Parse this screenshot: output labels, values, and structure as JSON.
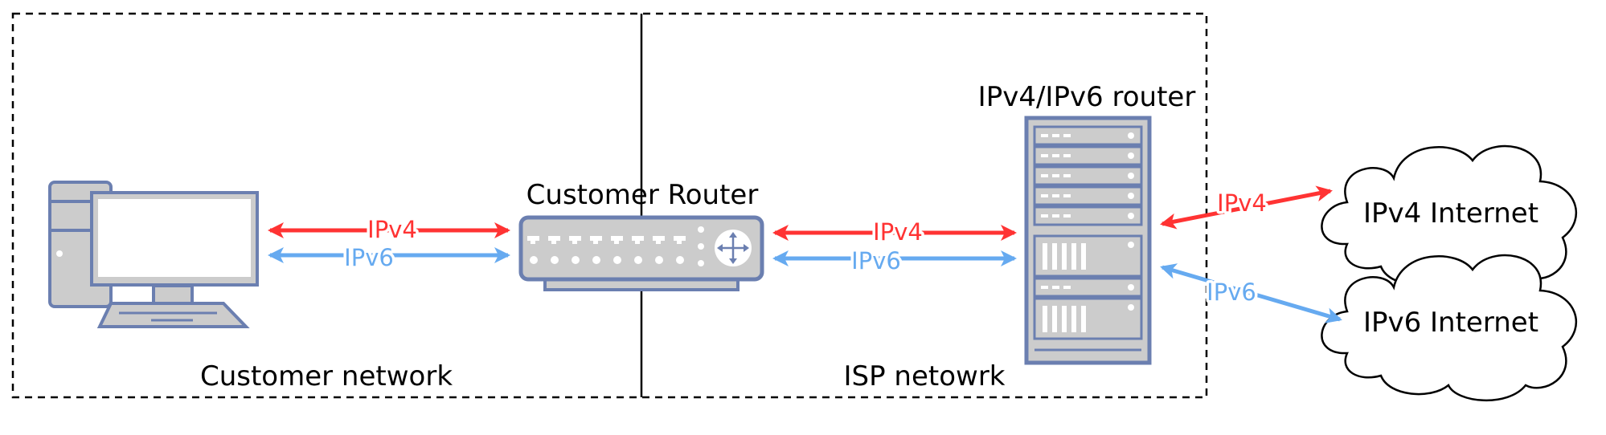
{
  "regions": {
    "customer_label": "Customer network",
    "isp_label": "ISP netowrk"
  },
  "devices": {
    "customer_router_label": "Customer Router",
    "core_router_label": "IPv4/IPv6 router"
  },
  "links": {
    "pc_router_ipv4": "IPv4",
    "pc_router_ipv6": "IPv6",
    "router_core_ipv4": "IPv4",
    "router_core_ipv6": "IPv6",
    "core_inet_ipv4": "IPv4",
    "core_inet_ipv6": "IPv6"
  },
  "clouds": {
    "ipv4_internet": "IPv4 Internet",
    "ipv6_internet": "IPv6 Internet"
  },
  "colors": {
    "ipv4": "#ff3333",
    "ipv6": "#66aaf0",
    "device_stroke": "#6b7fb0",
    "device_fill": "#cccccc"
  }
}
